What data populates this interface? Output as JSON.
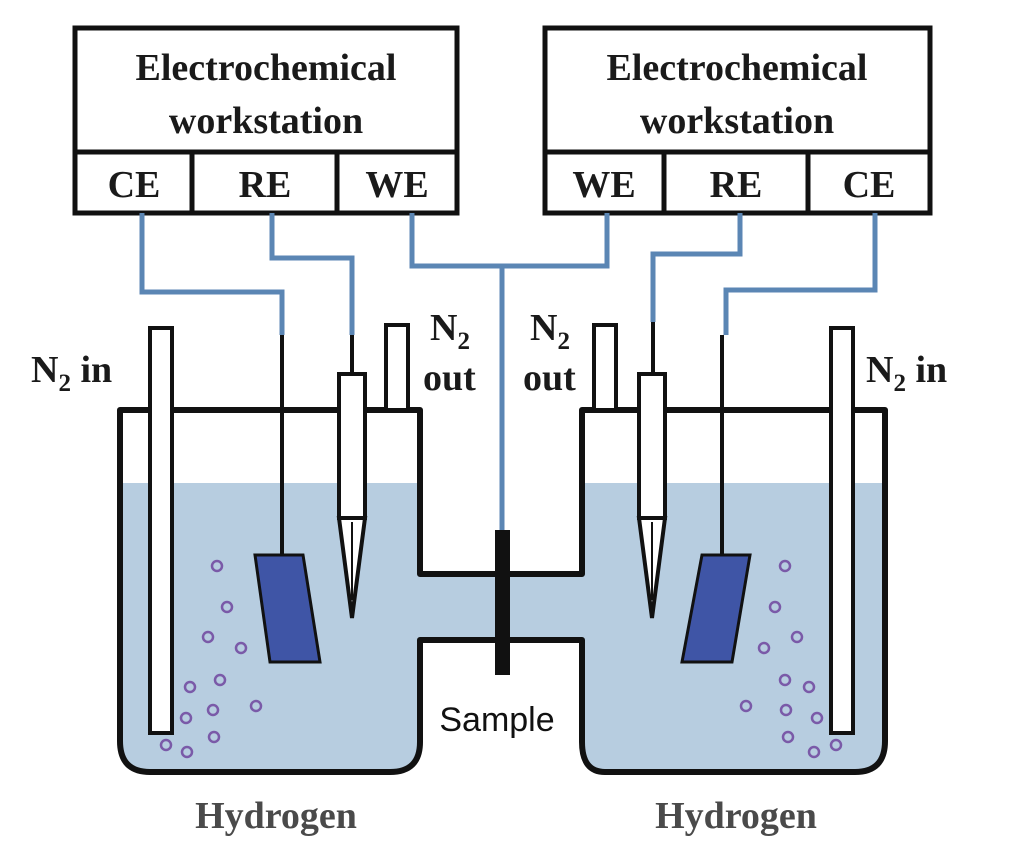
{
  "colors": {
    "electrolyte": "#b7cde0",
    "wire": "#5b86b4",
    "vessel": "#111111",
    "electrode": "#3f55a6",
    "bubble": "#7a5aa8",
    "label_gray": "#4a4a4a"
  },
  "left_workstation": {
    "title_line1": "Electrochemical",
    "title_line2": "workstation",
    "port1": "CE",
    "port2": "RE",
    "port3": "WE"
  },
  "right_workstation": {
    "title_line1": "Electrochemical",
    "title_line2": "workstation",
    "port1": "WE",
    "port2": "RE",
    "port3": "CE"
  },
  "left_cell": {
    "n2_in": {
      "base": "N",
      "sub": "2",
      "rest": " in"
    },
    "n2_out": {
      "base": "N",
      "sub": "2",
      "line2": "out"
    },
    "label": "Hydrogen"
  },
  "right_cell": {
    "n2_in": {
      "base": "N",
      "sub": "2",
      "rest": " in"
    },
    "n2_out": {
      "base": "N",
      "sub": "2",
      "line2": "out"
    },
    "label": "Hydrogen"
  },
  "sample_label": "Sample"
}
